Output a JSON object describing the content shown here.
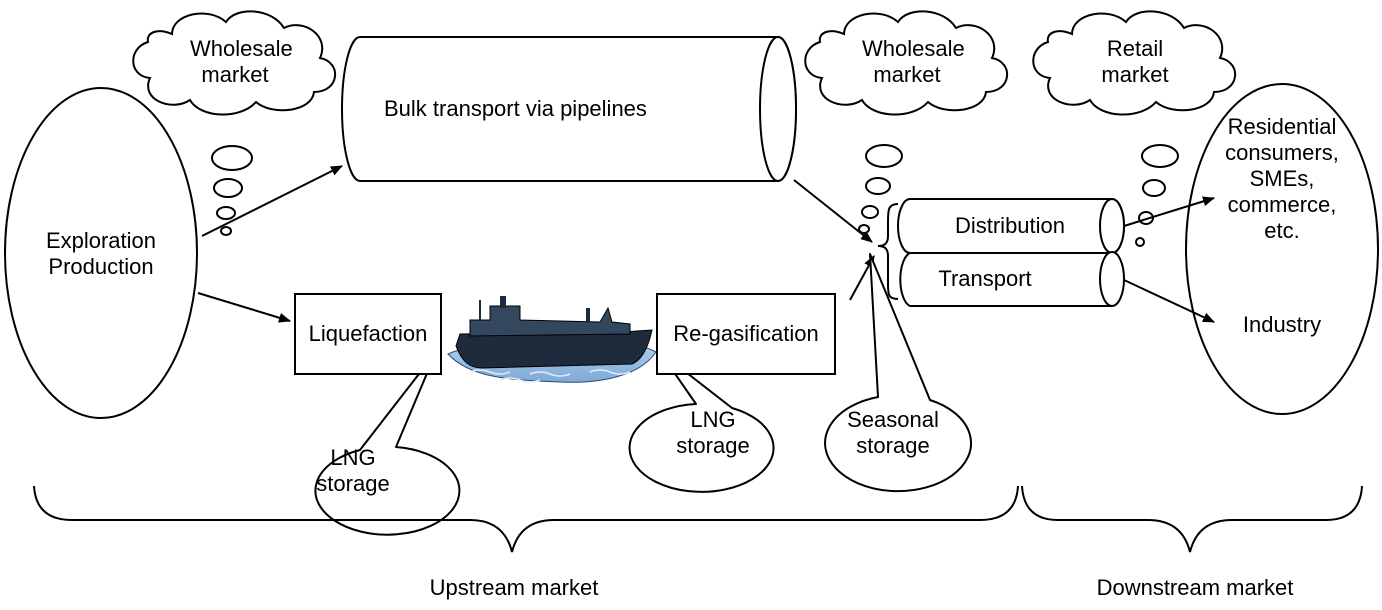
{
  "nodes": {
    "exploration": [
      "Exploration",
      "Production"
    ],
    "wholesale_left": [
      "Wholesale",
      "market"
    ],
    "wholesale_mid": [
      "Wholesale",
      "market"
    ],
    "retail": [
      "Retail",
      "market"
    ],
    "bulk_transport": "Bulk transport via pipelines",
    "distribution": "Distribution",
    "transport": "Transport",
    "liquefaction": "Liquefaction",
    "regasification": "Re-gasification",
    "consumers": [
      "Residential",
      "consumers,",
      "SMEs,",
      "commerce,",
      "etc."
    ],
    "industry": "Industry",
    "lng_storage_left": [
      "LNG",
      "storage"
    ],
    "lng_storage_right": [
      "LNG",
      "storage"
    ],
    "seasonal_storage": [
      "Seasonal",
      "storage"
    ]
  },
  "markets": {
    "upstream": "Upstream market",
    "downstream": "Downstream market"
  },
  "icons": {
    "ship": "lng-tanker-ship-icon"
  }
}
